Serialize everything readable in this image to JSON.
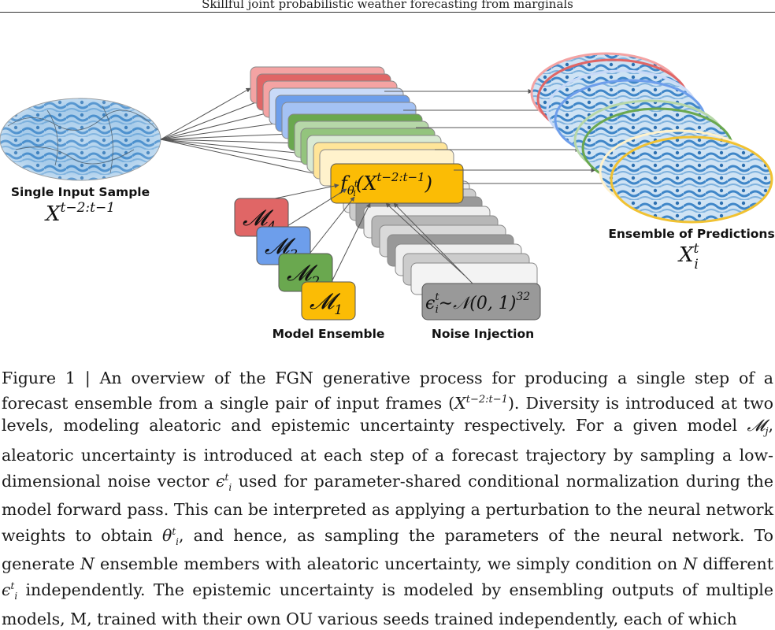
{
  "running_header": "Skillful joint probabilistic weather forecasting from marginals",
  "figure": {
    "input_label": "Single Input Sample",
    "input_math": "X",
    "input_math_sup": "t−2:t−1",
    "function_f": "f",
    "function_theta": "θ",
    "function_theta_sup": "t",
    "function_theta_sub": "i",
    "function_arg": "(X",
    "function_arg_sup": "t−2:t−1",
    "function_close": ")",
    "models": [
      {
        "symbol": "𝓜",
        "sub": "4",
        "color": "#e06666"
      },
      {
        "symbol": "𝓜",
        "sub": "3",
        "color": "#6d9eeb"
      },
      {
        "symbol": "𝓜",
        "sub": "2",
        "color": "#6aa84f"
      },
      {
        "symbol": "𝓜",
        "sub": "1",
        "color": "#f1c232"
      }
    ],
    "model_ensemble_label": "Model Ensemble",
    "noise_math_eps": "ϵ",
    "noise_math_sup": "t",
    "noise_math_sub": "i",
    "noise_math_rest": "∼𝒩(0, 1)",
    "noise_math_rest_sup": "32",
    "noise_label": "Noise Injection",
    "output_label": "Ensemble of Predictions",
    "output_math": "X",
    "output_math_sup": "t",
    "output_math_sub": "i",
    "colors": {
      "red": "#e06666",
      "blue": "#6d9eeb",
      "green": "#6aa84f",
      "yellow": "#f1c232",
      "gray": "#999999"
    }
  },
  "caption": {
    "s1": "Figure 1 | An overview of the FGN generative process for producing a single step of a forecast ensemble from a single pair of input frames (",
    "s1_math": "X",
    "s1_sup": "t−2:t−1",
    "s2": "). Diversity is introduced at two levels, modeling aleatoric and epistemic uncertainty respectively. For a given model ",
    "s2_math": "𝓜",
    "s2_sub": "j",
    "s3": ", aleatoric uncertainty is introduced at each step of a forecast trajectory by sampling a low-dimensional noise vector ",
    "s3_math": "ϵ",
    "s3_sup": "t",
    "s3_sub": "i",
    "s4": " used for parameter-shared conditional normalization during the model forward pass. This can be interpreted as applying a perturbation to the neural network weights to obtain ",
    "s4_math": "θ",
    "s4_sup": "t",
    "s4_sub": "i",
    "s5": ", and hence, as sampling the parameters of the neural network. To generate ",
    "s5_math": "N",
    "s6": " ensemble members with aleatoric uncertainty, we simply condition on ",
    "s6_math": "N",
    "s7": " different ",
    "s7_math": "ϵ",
    "s7_sup": "t",
    "s7_sub": "i",
    "s8": " independently. The epistemic uncertainty is modeled by ensembling outputs of multiple models, M, trained with their own OU various seeds trained independently, each of which"
  }
}
